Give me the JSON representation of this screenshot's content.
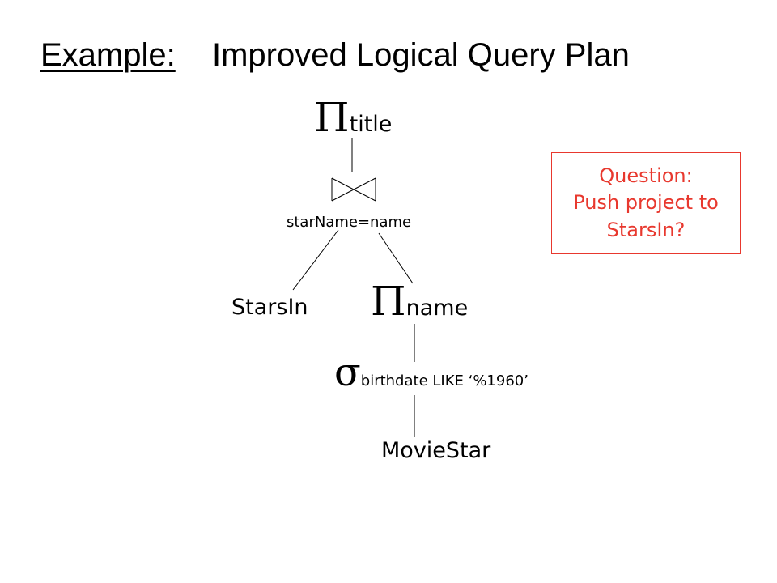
{
  "header": {
    "label": "Example:",
    "text": "Improved Logical Query Plan"
  },
  "plan": {
    "project_top": {
      "symbol": "Π",
      "attr": "title"
    },
    "join": {
      "symbol": "⋈",
      "condition": "starName=name"
    },
    "left_relation": "StarsIn",
    "project_right": {
      "symbol": "Π",
      "attr": "name"
    },
    "select": {
      "symbol": "σ",
      "condition": "birthdate LIKE ‘%1960’"
    },
    "base_relation": "MovieStar"
  },
  "callout": {
    "line1": "Question:",
    "line2": "Push project to",
    "line3": "StarsIn?",
    "color": "#e8382e"
  }
}
